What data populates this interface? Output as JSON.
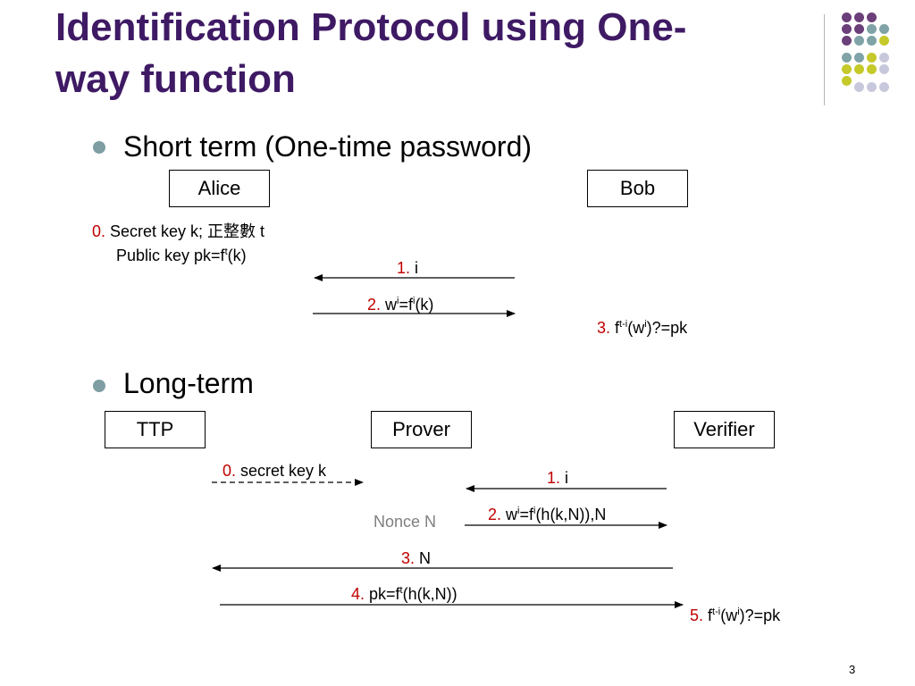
{
  "slide": {
    "title_line1": "Identification Protocol using One-",
    "title_line2": "way function",
    "page_number": "3"
  },
  "short_term": {
    "heading": "Short term (One-time password)",
    "alice": "Alice",
    "bob": "Bob",
    "step0_num": "0.",
    "step0_text": " Secret key  k; 正整數 t",
    "step0_line2": "Public key pk=f",
    "step0_line2_sup": "t",
    "step0_line2_end": "(k)",
    "step1_num": "1.",
    "step1_text": " i",
    "step2_num": "2.",
    "step2_a": " w",
    "step2_sup1": "i",
    "step2_b": "=f",
    "step2_sup2": "i",
    "step2_c": "(k)",
    "step3_num": "3.",
    "step3_a": " f",
    "step3_sup1": "t-i",
    "step3_b": "(w",
    "step3_sup2": "i",
    "step3_c": ")?=pk"
  },
  "long_term": {
    "heading": "Long-term",
    "ttp": "TTP",
    "prover": "Prover",
    "verifier": "Verifier",
    "step0_num": "0.",
    "step0_text": " secret key k",
    "step1_num": "1.",
    "step1_text": " i",
    "nonce": "Nonce N",
    "step2_num": "2.",
    "step2_a": " w",
    "step2_sup1": "i",
    "step2_b": "=f",
    "step2_sup2": "i",
    "step2_c": "(h(k,N)),N",
    "step3_num": "3.",
    "step3_text": " N",
    "step4_num": "4.",
    "step4_a": " pk=f",
    "step4_sup": "t",
    "step4_b": "(h(k,N))",
    "step5_num": "5.",
    "step5_a": " f",
    "step5_sup1": "t-i",
    "step5_b": "(w",
    "step5_sup2": "i",
    "step5_c": ")?=pk"
  },
  "colors": {
    "title": "#3f1a64",
    "step_number": "#c00000",
    "bullet": "#7e9ea3",
    "nonce": "#7f7f7f",
    "decor_purple": "#6b3f7a",
    "decor_teal": "#7fa3a6",
    "decor_yellow": "#c5c92a",
    "decor_lavender": "#c8c8dd"
  }
}
